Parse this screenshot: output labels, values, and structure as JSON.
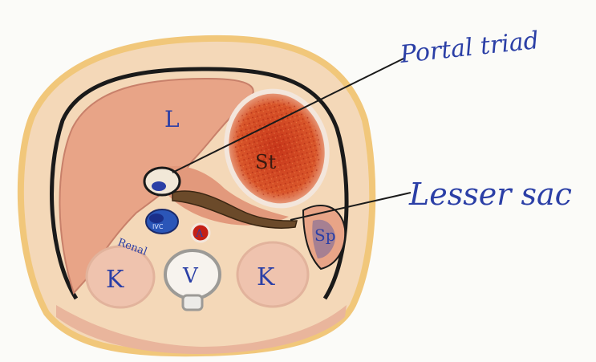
{
  "annotations": {
    "portal_triad": "Portal triad",
    "lesser_sac": "Lesser sac"
  },
  "structure_labels": {
    "liver": "L",
    "stomach": "St",
    "spleen": "Sp",
    "ivc": "IVC",
    "aorta": "A",
    "kidney_right": "K",
    "kidney_left": "K",
    "vertebra": "V",
    "renal_area": "Renal"
  },
  "colors": {
    "ink_blue": "#2b3fa6",
    "liver_tissue": "#e8a487",
    "stomach_wall": "#d24a1e",
    "outline": "#1a1a1a",
    "skin": "#f1c77a"
  }
}
